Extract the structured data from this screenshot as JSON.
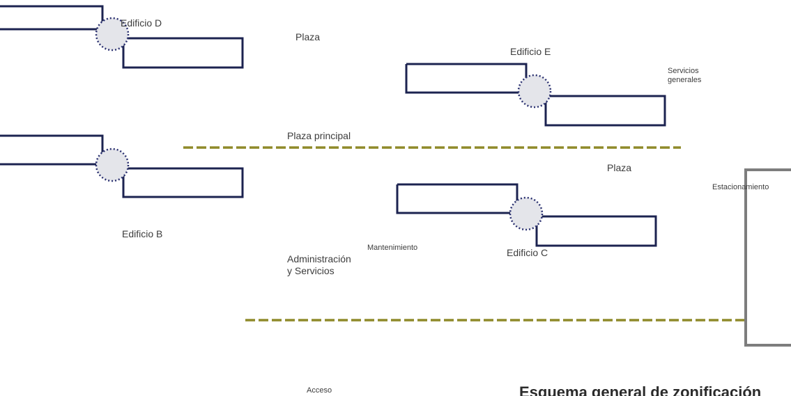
{
  "labels": {
    "edificio_d": "Edificio D",
    "plaza_top": "Plaza",
    "edificio_e": "Edificio E",
    "servicios_generales": "Servicios\ngenerales",
    "plaza_principal": "Plaza principal",
    "plaza_right": "Plaza",
    "estacionamiento": "Estacionamiento",
    "edificio_b": "Edificio B",
    "mantenimiento": "Mantenimiento",
    "administracion": "Administración\ny Servicios",
    "edificio_c": "Edificio C",
    "acceso": "Acceso",
    "title": "Esquema general de zonificación"
  },
  "colors": {
    "building_outline": "#1c2350",
    "connector_fill": "#e4e5ea",
    "connector_outline": "#2a3070",
    "path_dash": "#8f8a2a",
    "parking_outline": "#7d7d7d"
  }
}
